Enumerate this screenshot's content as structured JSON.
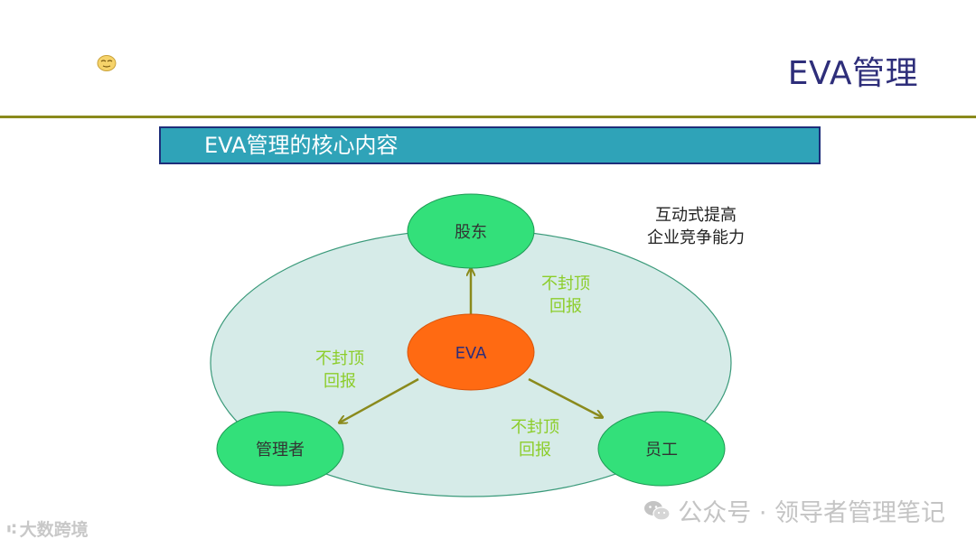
{
  "page_title": "EVA管理",
  "section_banner": "EVA管理的核心内容",
  "side_note": {
    "line1": "互动式提高",
    "line2": "企业竞争能力"
  },
  "nodes": {
    "center": "EVA",
    "top": "股东",
    "left": "管理者",
    "right": "员工"
  },
  "edge_labels": {
    "top_right": {
      "line1": "不封顶",
      "line2": "回报"
    },
    "left": {
      "line1": "不封顶",
      "line2": "回报"
    },
    "right": {
      "line1": "不封顶",
      "line2": "回报"
    }
  },
  "watermark": {
    "icon": "wechat-icon",
    "text": "公众号 · 领导者管理笔记"
  },
  "corner_logo": {
    "mark": "⑆",
    "text": "大数跨境"
  },
  "colors": {
    "title": "#2e2e7a",
    "banner": "#2fa3b8",
    "banner_border": "#1e2e7a",
    "rule": "#8a8a1c",
    "big_ellipse": "#d6ebe8",
    "green_node": "#33e07a",
    "center_node": "#ff6a12",
    "arrow": "#8a8a1c",
    "edge_label": "#8ccd2a"
  }
}
